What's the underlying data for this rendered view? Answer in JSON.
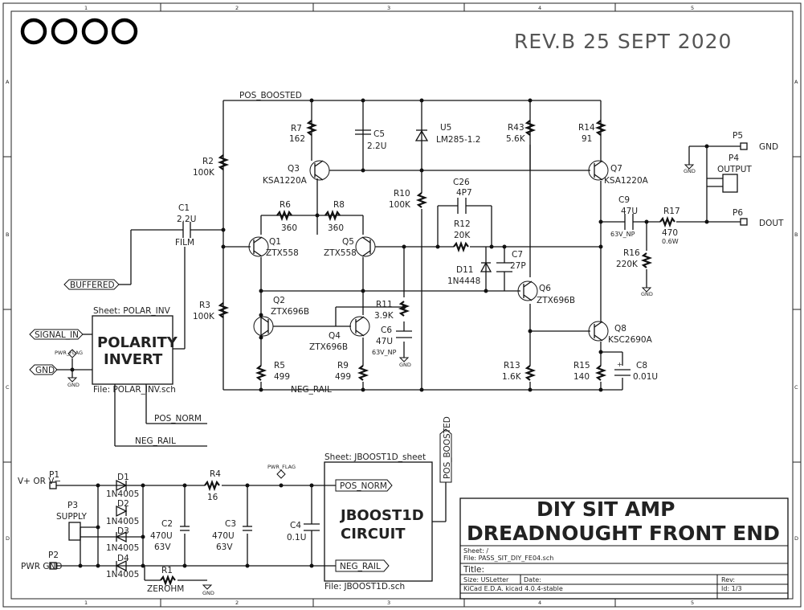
{
  "header": {
    "circles": [
      "O",
      "O",
      "O",
      "O"
    ],
    "revision": "REV.B   25 SEPT 2020"
  },
  "border": {
    "cols": [
      "1",
      "2",
      "3",
      "4",
      "5"
    ],
    "rows": [
      "A",
      "B",
      "C",
      "D"
    ]
  },
  "nets": {
    "pos_boosted": "POS_BOOSTED",
    "neg_rail": "NEG_RAIL",
    "pos_norm": "POS_NORM",
    "neg_rail2": "NEG_RAIL",
    "gnd_out": "GND",
    "dout": "DOUT",
    "gnd_small": "GND",
    "pwr_flag": "PWR_FLAG"
  },
  "ports": {
    "buffered": "BUFFERED",
    "signal_in": "SIGNAL_IN",
    "gnd": "GND",
    "pos_norm": "POS_NORM",
    "neg_rail": "NEG_RAIL",
    "pos_boosted": "POS_BOOSTED"
  },
  "components": {
    "r7": {
      "ref": "R7",
      "val": "162"
    },
    "c5": {
      "ref": "C5",
      "val": "2.2U"
    },
    "u5": {
      "ref": "U5",
      "val": "LM285-1.2"
    },
    "r43": {
      "ref": "R43",
      "val": "5.6K"
    },
    "r14": {
      "ref": "R14",
      "val": "91"
    },
    "r2": {
      "ref": "R2",
      "val": "100K"
    },
    "q3": {
      "ref": "Q3",
      "val": "KSA1220A"
    },
    "q7": {
      "ref": "Q7",
      "val": "KSA1220A"
    },
    "c26": {
      "ref": "C26",
      "val": "4P7"
    },
    "r10": {
      "ref": "R10",
      "val": "100K"
    },
    "c1": {
      "ref": "C1",
      "val": "2.2U",
      "extra": "FILM"
    },
    "r6": {
      "ref": "R6",
      "val": "360"
    },
    "r8": {
      "ref": "R8",
      "val": "360"
    },
    "r12": {
      "ref": "R12",
      "val": "20K"
    },
    "c9": {
      "ref": "C9",
      "val": "47U",
      "extra": "63V_NP"
    },
    "r17": {
      "ref": "R17",
      "val": "470",
      "extra": "0.6W"
    },
    "q1": {
      "ref": "Q1",
      "val": "ZTX558"
    },
    "q5": {
      "ref": "Q5",
      "val": "ZTX558"
    },
    "c7": {
      "ref": "C7",
      "val": "27P"
    },
    "r16": {
      "ref": "R16",
      "val": "220K"
    },
    "d11": {
      "ref": "D11",
      "val": "1N4448"
    },
    "q6": {
      "ref": "Q6",
      "val": "ZTX696B"
    },
    "q2": {
      "ref": "Q2",
      "val": "ZTX696B"
    },
    "r11": {
      "ref": "R11",
      "val": "3.9K"
    },
    "c6": {
      "ref": "C6",
      "val": "47U",
      "extra": "63V_NP"
    },
    "q4": {
      "ref": "Q4",
      "val": "ZTX696B"
    },
    "q8": {
      "ref": "Q8",
      "val": "KSC2690A"
    },
    "r3": {
      "ref": "R3",
      "val": "100K"
    },
    "r5": {
      "ref": "R5",
      "val": "499"
    },
    "r9": {
      "ref": "R9",
      "val": "499"
    },
    "r13": {
      "ref": "R13",
      "val": "1.6K"
    },
    "r15": {
      "ref": "R15",
      "val": "140"
    },
    "c8": {
      "ref": "C8",
      "val": "0.01U"
    },
    "p5": {
      "ref": "P5"
    },
    "p4": {
      "ref": "P4",
      "val": "OUTPUT"
    },
    "p6": {
      "ref": "P6"
    },
    "p1": {
      "ref": "P1",
      "val": "V+ OR V−"
    },
    "p3": {
      "ref": "P3",
      "val": "SUPPLY"
    },
    "p2": {
      "ref": "P2",
      "val": "PWR GND"
    },
    "d1": {
      "ref": "D1",
      "val": "1N4005"
    },
    "d2": {
      "ref": "D2",
      "val": "1N4005"
    },
    "d3": {
      "ref": "D3",
      "val": "1N4005"
    },
    "d4": {
      "ref": "D4",
      "val": "1N4005"
    },
    "r4": {
      "ref": "R4",
      "val": "16"
    },
    "r1": {
      "ref": "R1",
      "val": "ZEROHM"
    },
    "c2": {
      "ref": "C2",
      "val": "470U",
      "extra": "63V"
    },
    "c3": {
      "ref": "C3",
      "val": "470U",
      "extra": "63V"
    },
    "c4": {
      "ref": "C4",
      "val": "0.1U"
    }
  },
  "sheets": {
    "polar": {
      "name": "Sheet: POLAR_INV",
      "title1": "POLARITY",
      "title2": "INVERT",
      "file": "File: POLAR_INV.sch"
    },
    "jboost": {
      "name": "Sheet: JBOOST1D_sheet",
      "title1": "JBOOST1D",
      "title2": "CIRCUIT",
      "file": "File: JBOOST1D.sch"
    }
  },
  "titleblock": {
    "title1": "DIY SIT AMP",
    "title2": "DREADNOUGHT  FRONT END",
    "sheet": "Sheet: /",
    "file": "File: PASS_SIT_DIY_FE04.sch",
    "title_label": "Title:",
    "size": "Size: USLetter",
    "date": "Date:",
    "rev": "Rev:",
    "tool": "KiCad E.D.A.   kicad 4.0.4-stable",
    "id": "Id: 1/3"
  }
}
